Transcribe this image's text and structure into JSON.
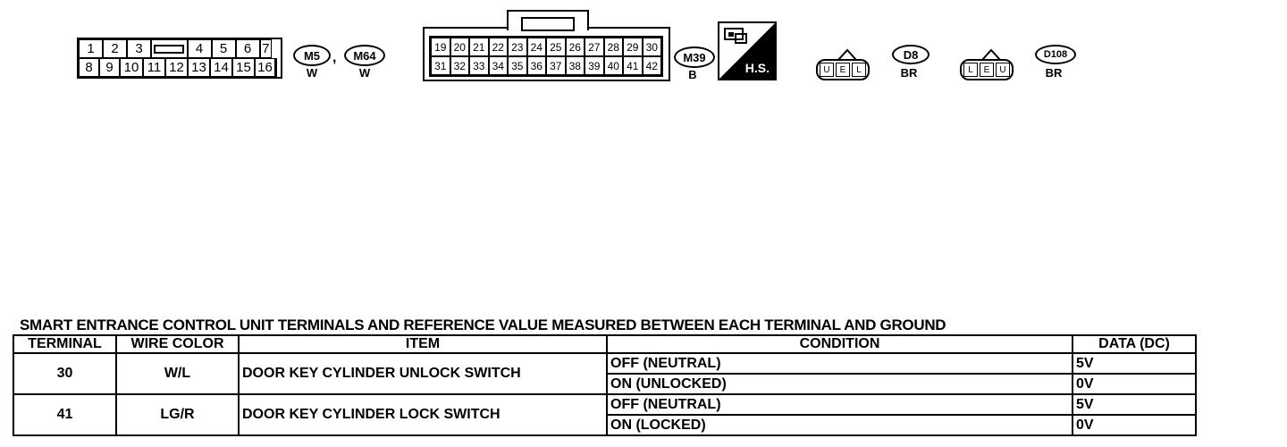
{
  "connector_a": {
    "top_left_pins": [
      "1",
      "2",
      "3"
    ],
    "top_right_pins": [
      "4",
      "5",
      "6",
      "7"
    ],
    "bottom_pins": [
      "8",
      "9",
      "10",
      "11",
      "12",
      "13",
      "14",
      "15",
      "16"
    ],
    "tags": [
      {
        "code": "M5",
        "color": "W"
      },
      {
        "code": "M64",
        "color": "W"
      }
    ],
    "separator": ","
  },
  "connector_b": {
    "top_pins": [
      "19",
      "20",
      "21",
      "22",
      "23",
      "24",
      "25",
      "26",
      "27",
      "28",
      "29",
      "30"
    ],
    "bottom_pins": [
      "31",
      "32",
      "33",
      "34",
      "35",
      "36",
      "37",
      "38",
      "39",
      "40",
      "41",
      "42"
    ],
    "tag": {
      "code": "M39",
      "color": "B"
    }
  },
  "hs_symbol": {
    "label": "H.S."
  },
  "connector_c": {
    "cells": [
      "U",
      "E",
      "L"
    ],
    "tag": {
      "code": "D8",
      "color": "BR"
    }
  },
  "connector_d": {
    "cells": [
      "L",
      "E",
      "U"
    ],
    "tag": {
      "code": "D108",
      "color": "BR"
    }
  },
  "table": {
    "caption": "SMART ENTRANCE CONTROL UNIT TERMINALS AND REFERENCE VALUE MEASURED BETWEEN EACH TERMINAL AND GROUND",
    "headers": {
      "terminal": "TERMINAL",
      "wire_color": "WIRE COLOR",
      "item": "ITEM",
      "condition": "CONDITION",
      "data": "DATA (DC)"
    },
    "rows": [
      {
        "terminal": "30",
        "wire_color": "W/L",
        "item": "DOOR KEY CYLINDER UNLOCK SWITCH",
        "conditions": [
          {
            "condition": "OFF (NEUTRAL)",
            "data": "5V"
          },
          {
            "condition": "ON (UNLOCKED)",
            "data": "0V"
          }
        ]
      },
      {
        "terminal": "41",
        "wire_color": "LG/R",
        "item": "DOOR KEY CYLINDER LOCK SWITCH",
        "conditions": [
          {
            "condition": "OFF (NEUTRAL)",
            "data": "5V"
          },
          {
            "condition": "ON (LOCKED)",
            "data": "0V"
          }
        ]
      }
    ]
  }
}
